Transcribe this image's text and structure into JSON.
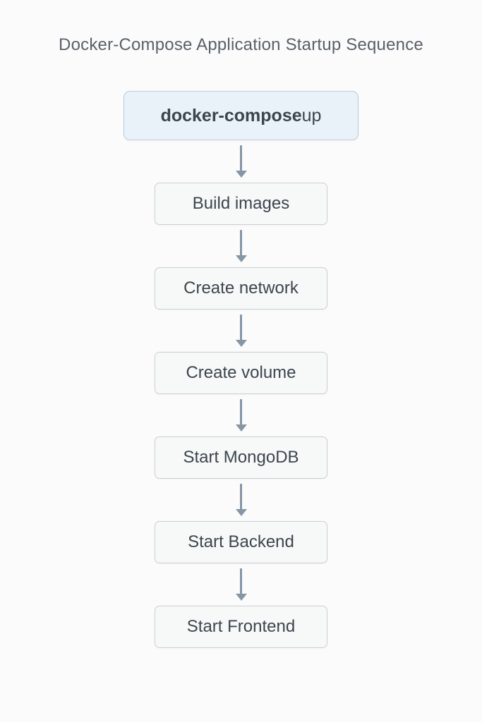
{
  "title": "Docker-Compose Application Startup Sequence",
  "flow": {
    "root_node": {
      "label_bold": "docker-compose",
      "label_rest": " up"
    },
    "nodes": [
      {
        "label": "Build images"
      },
      {
        "label": "Create network"
      },
      {
        "label": "Create volume"
      },
      {
        "label": "Start MongoDB"
      },
      {
        "label": "Start Backend"
      },
      {
        "label": "Start Frontend"
      }
    ]
  },
  "colors": {
    "background": "#fbfbfc",
    "root_node_fill": "#eaf2f9",
    "root_node_border": "#b9cdda",
    "node_fill": "#f7f8f8",
    "node_border": "#cbced2",
    "arrow": "#8696a5",
    "text": "#3c454e",
    "title": "#5a6067"
  }
}
